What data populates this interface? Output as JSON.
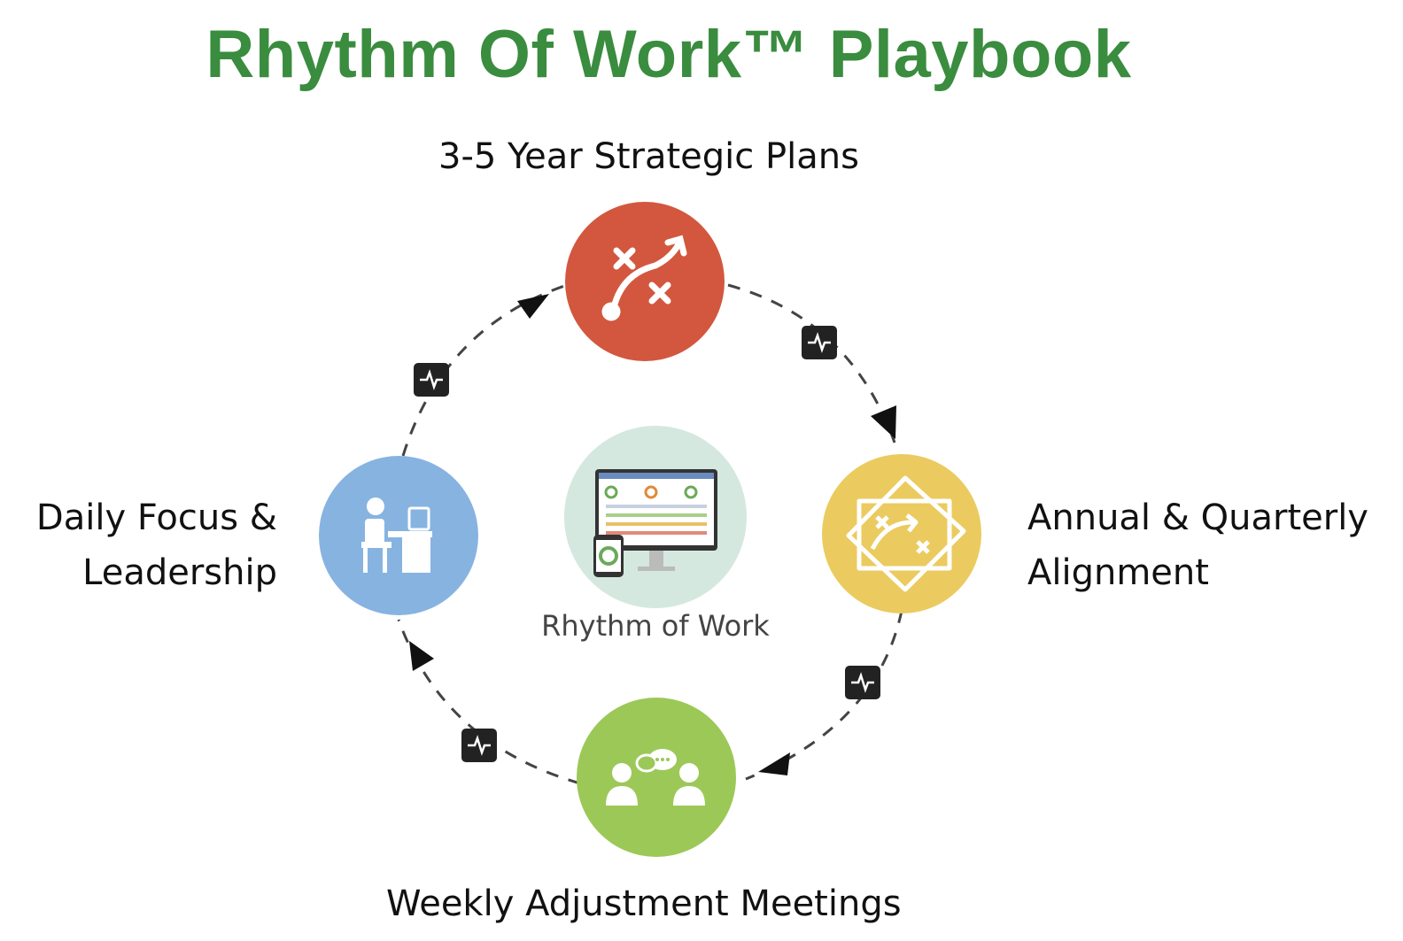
{
  "title": "Rhythm Of Work™ Playbook",
  "stages": {
    "top": {
      "label": "3-5 Year Strategic Plans",
      "color": "#d2573e",
      "icon": "strategy-play-icon"
    },
    "right": {
      "label_line1": "Annual & Quarterly",
      "label_line2": "Alignment",
      "color": "#ebcb5f",
      "icon": "whiteboard-plan-icon"
    },
    "bottom": {
      "label": "Weekly Adjustment Meetings",
      "color": "#9cc858",
      "icon": "meeting-people-icon"
    },
    "left": {
      "label_line1": "Daily Focus &",
      "label_line2": "Leadership",
      "color": "#87b3e1",
      "icon": "person-at-desk-icon"
    }
  },
  "center": {
    "caption": "Rhythm of Work",
    "color": "#d4e8df",
    "icon": "dashboard-devices-icon"
  },
  "connector_icon": "pulse-icon"
}
